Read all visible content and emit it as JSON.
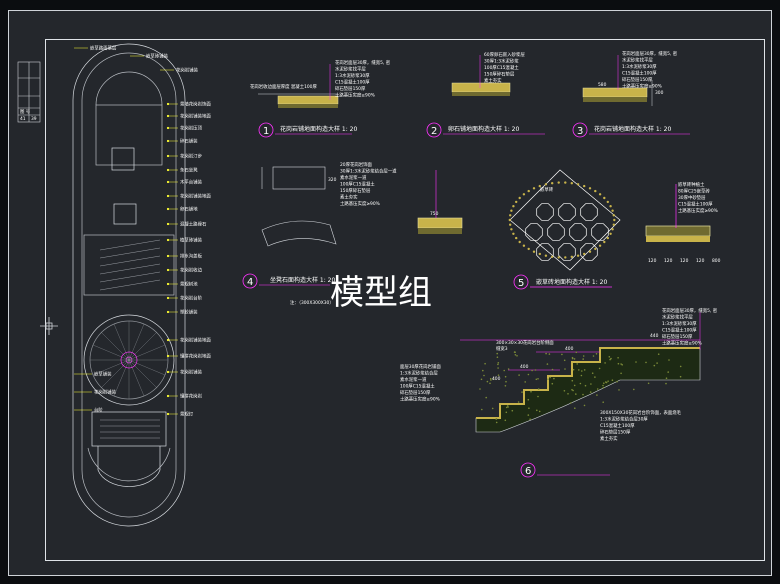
{
  "watermark": "模型组",
  "title_block": {
    "cell_a": "图 号",
    "cell_b": "41",
    "cell_c": "39"
  },
  "plan": {
    "leaders_top": [
      "嵌草路面基层",
      "嵌草砖铺装",
      "花岗岩铺装"
    ],
    "leaders_right": [
      "景墙花岗岩饰面",
      "花岗岩铺装地面",
      "花岗岩压顶",
      "碎石铺装",
      "花岗岩汀步",
      "条石坐凳",
      "木平台铺装",
      "花岗岩铺装地面",
      "卵石铺地",
      "混凝土路缘石",
      "植草砖铺装",
      "排水沟盖板",
      "花岗岩收边",
      "景观树池",
      "花岗岩台阶",
      "塑胶铺装",
      "花岗岩铺装地面",
      "镶拼花岗岩地面",
      "花岗岩铺装",
      "镶拼花岗岩",
      "景观灯"
    ],
    "leaders_left": [
      "嵌草铺装",
      "花岗岩铺装",
      "台阶"
    ]
  },
  "details": [
    {
      "num": "1",
      "title": "花岗岩铺地面构造大样 1: 20",
      "notes": [
        "花岗岩面层30厚，缝宽5, 密",
        "水泥砂浆找平层",
        "1:3水泥砂浆30厚",
        "C15混凝土100厚",
        "碎石垫层150厚",
        "土路基压实度≥90%"
      ],
      "side_note": "花岗岩收边面层厚度 混凝土100厚"
    },
    {
      "num": "2",
      "title": "卵石铺地面构造大样 1: 20",
      "notes": [
        "60厚卵石嵌入砂浆层",
        "30厚1:3水泥砂浆",
        "100厚C15混凝土",
        "150厚碎石垫层",
        "素土夯实"
      ]
    },
    {
      "num": "3",
      "title": "花岗岩铺地面构造大样 1: 20",
      "notes": [
        "花岗岩面层30厚，缝宽5, 密",
        "水泥砂浆找平层",
        "1:3水泥砂浆30厚",
        "C15混凝土100厚",
        "碎石垫层150厚",
        "土路基压实度≥90%"
      ],
      "dims": [
        "300",
        "580"
      ]
    },
    {
      "num": "4",
      "title": "坐凳石面构造大样 1: 20",
      "notes": [
        "20厚花岗岩饰面",
        "30厚1:3水泥砂浆结合层一道",
        "素水泥浆一道",
        "100厚C15混凝土",
        "150厚碎石垫层",
        "素土夯实",
        "土路基压实度≥90%"
      ],
      "note2": "注：（300X300X30）",
      "dims": [
        "320",
        "750"
      ]
    },
    {
      "num": "5",
      "title": "嵌草砖地面构造大样 1: 20",
      "notes": [
        "嵌草砖种植土",
        "80厚C25嵌草砖",
        "30厚中砂垫层",
        "C15混凝土100厚",
        "土路基压实度≥90%"
      ],
      "dims": [
        "120",
        "120",
        "120",
        "120",
        "800"
      ],
      "label": "嵌草砖"
    },
    {
      "num": "6",
      "title": "",
      "notes_top": [
        "花岗岩面层30厚，缝宽5, 密",
        "水泥砂浆找平层",
        "1:3水泥砂浆30厚",
        "C15混凝土100厚",
        "碎石垫层150厚",
        "土路基压实度≥90%"
      ],
      "notes_left": [
        "面层30厚花岗岩铺面",
        "1:3水泥砂浆结合层",
        "素水泥浆一道",
        "100厚C15混凝土",
        "碎石垫层150厚",
        "土路基压实度≥90%"
      ],
      "notes_bottom": [
        "300X150X30花岗岩台阶饰面，表面烧毛",
        "1:3水泥砂浆结合层30厚",
        "C15混凝土100厚",
        "碎石垫层150厚",
        "素土夯实"
      ],
      "top_note": "300×30×30花岗岩台阶侧面",
      "top_note2": "缝宽3",
      "dims": [
        "440",
        "400",
        "400",
        "400"
      ]
    }
  ]
}
